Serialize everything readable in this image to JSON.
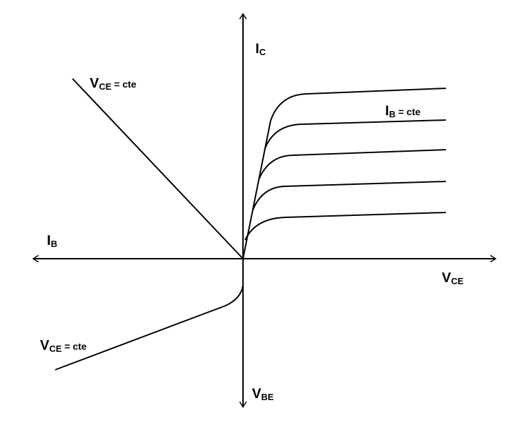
{
  "labels": {
    "ic": {
      "main": "I",
      "sub": "C"
    },
    "ib_axis": {
      "main": "I",
      "sub": "B"
    },
    "vce_axis": {
      "main": "V",
      "sub": "CE"
    },
    "vbe_axis": {
      "main": "V",
      "sub": "BE"
    },
    "ib_cte": {
      "main": "I",
      "sub": "B",
      "rest": " = cte"
    },
    "vce_cte_top": {
      "main": "V",
      "sub": "CE",
      "rest": " = cte"
    },
    "vce_cte_bottom": {
      "main": "V",
      "sub": "CE",
      "rest": " = cte"
    }
  },
  "colors": {
    "stroke": "#000000",
    "background": "#ffffff"
  },
  "diagram": {
    "output_curve_count": 5
  }
}
